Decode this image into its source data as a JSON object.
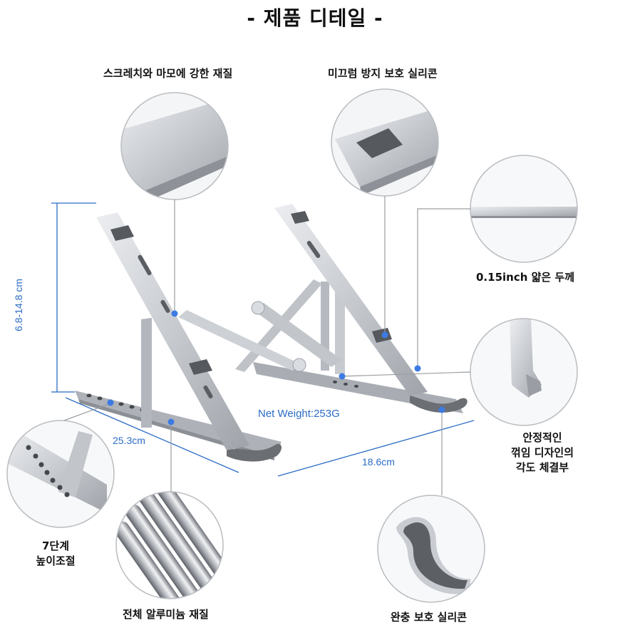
{
  "title": "- 제품 디테일 -",
  "callouts": {
    "scratch": "스크레치와 마모에 강한 재질",
    "silicone_top": "미끄럼 방지 보호 실리콘",
    "thickness": "0.15inch 얇은 두께",
    "joint_line1": "안정적인",
    "joint_line2": "꺾임 디자인의",
    "joint_line3": "각도 체결부",
    "steps_line1": "7단계",
    "steps_line2": "높이조절",
    "aluminum": "전체 알루미늄 재질",
    "silicone_bottom": "완충 보호 실리콘"
  },
  "dimensions": {
    "height": "6.8-14.8 cm",
    "width": "25.3cm",
    "depth": "18.6cm",
    "weight": "Net Weight:253G"
  },
  "colors": {
    "dimension_blue": "#2b6cc4",
    "dot_blue": "#3d7be3",
    "aluminum": "#c9ccd1",
    "silicone": "#5c5f63"
  }
}
